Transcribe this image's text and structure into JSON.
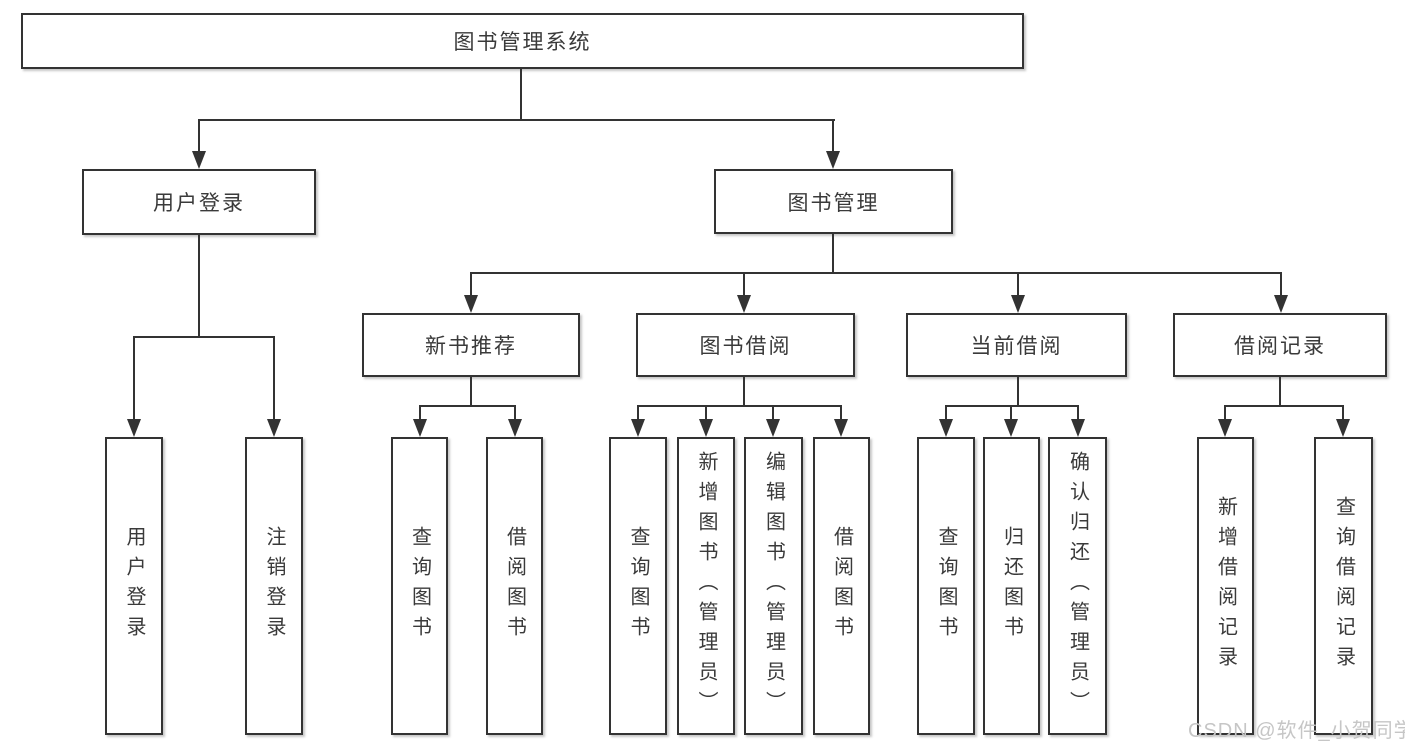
{
  "diagram": {
    "title_node": {
      "label": "图书管理系统"
    },
    "level2": [
      {
        "id": "user-login",
        "label": "用户登录"
      },
      {
        "id": "book-management",
        "label": "图书管理"
      }
    ],
    "level3": [
      {
        "id": "new-book-recommend",
        "label": "新书推荐"
      },
      {
        "id": "book-borrow",
        "label": "图书借阅"
      },
      {
        "id": "current-borrow",
        "label": "当前借阅"
      },
      {
        "id": "borrow-records",
        "label": "借阅记录"
      }
    ],
    "leaves": [
      {
        "id": "user-login",
        "label": "用户登录"
      },
      {
        "id": "logout",
        "label": "注销登录"
      },
      {
        "id": "query-books-recommend",
        "label": "查询图书"
      },
      {
        "id": "borrow-books-recommend",
        "label": "借阅图书"
      },
      {
        "id": "query-books-borrow",
        "label": "查询图书"
      },
      {
        "id": "add-book-admin",
        "label": "新增图书（管理员）"
      },
      {
        "id": "edit-book-admin",
        "label": "编辑图书（管理员）"
      },
      {
        "id": "borrow-books",
        "label": "借阅图书"
      },
      {
        "id": "query-books-current",
        "label": "查询图书"
      },
      {
        "id": "return-books",
        "label": "归还图书"
      },
      {
        "id": "confirm-return-admin",
        "label": "确认归还（管理员）"
      },
      {
        "id": "add-borrow-record",
        "label": "新增借阅记录"
      },
      {
        "id": "query-borrow-record",
        "label": "查询借阅记录"
      }
    ]
  },
  "watermark": {
    "text": "CSDN @软件_小贺同学"
  },
  "colors": {
    "line": "#333333",
    "text": "#3a3a3a",
    "watermark": "#c6c6c6",
    "background": "#ffffff"
  }
}
